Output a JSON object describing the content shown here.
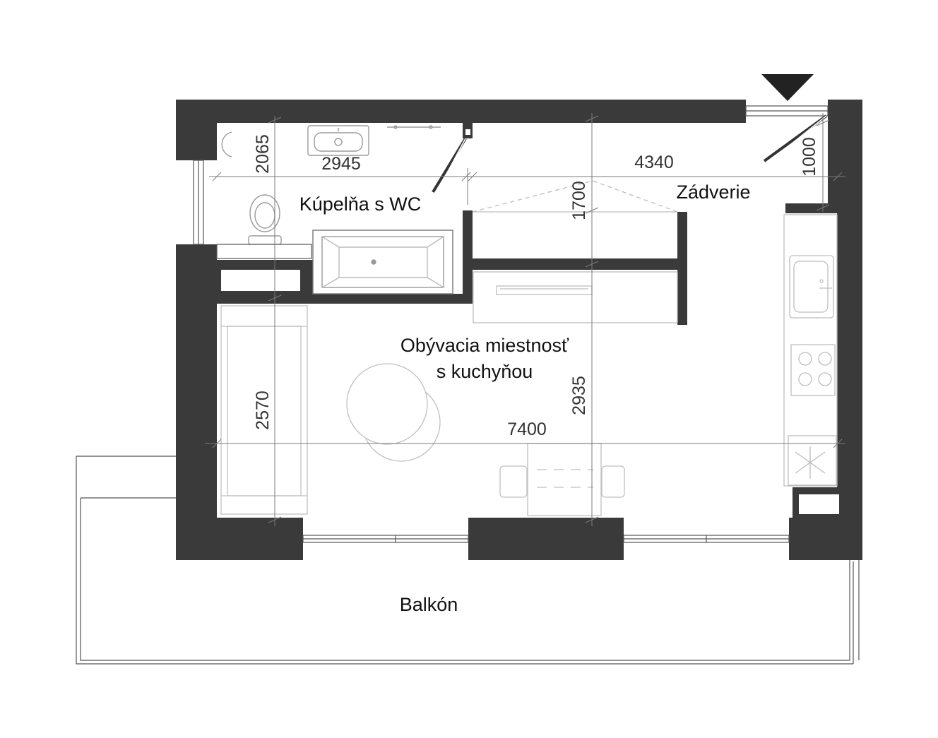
{
  "rooms": {
    "bathroom": "Kúpelňa s WC",
    "entry": "Zádverie",
    "living_line1": "Obývacia miestnosť",
    "living_line2": "s kuchyňou",
    "balcony": "Balkón"
  },
  "dimensions": {
    "bath_width": "2945",
    "bath_height": "2065",
    "entry_width": "4340",
    "entry_height": "1000",
    "closet_height": "1700",
    "living_width": "7400",
    "living_height": "2935",
    "sofa_height": "2570"
  },
  "colors": {
    "wall": "#3a3a3a",
    "furniture": "#b5b5b5",
    "dimension_line": "#777777"
  },
  "icons": {
    "entrance": "entrance-arrow-icon"
  }
}
